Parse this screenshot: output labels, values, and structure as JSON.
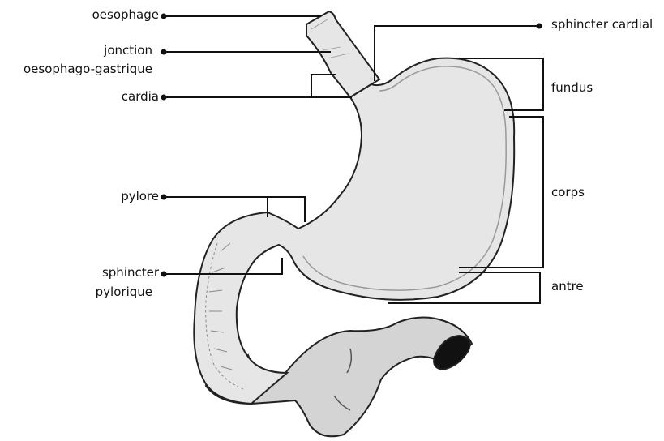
{
  "labels": {
    "oesophage": "oesophage",
    "jonction_1": "jonction",
    "jonction_2": "oesophago-gastrique",
    "cardia": "cardia",
    "pylore": "pylore",
    "sphincter_pylorique_1": "sphincter",
    "sphincter_pylorique_2": "pylorique",
    "sphincter_cardial": "sphincter cardial",
    "fundus": "fundus",
    "corps": "corps",
    "antre": "antre"
  },
  "colors": {
    "organ_fill": "#e6e6e6",
    "intestine_fill": "#d4d4d4",
    "organ_outline": "#222222",
    "lumen": "#111111"
  }
}
